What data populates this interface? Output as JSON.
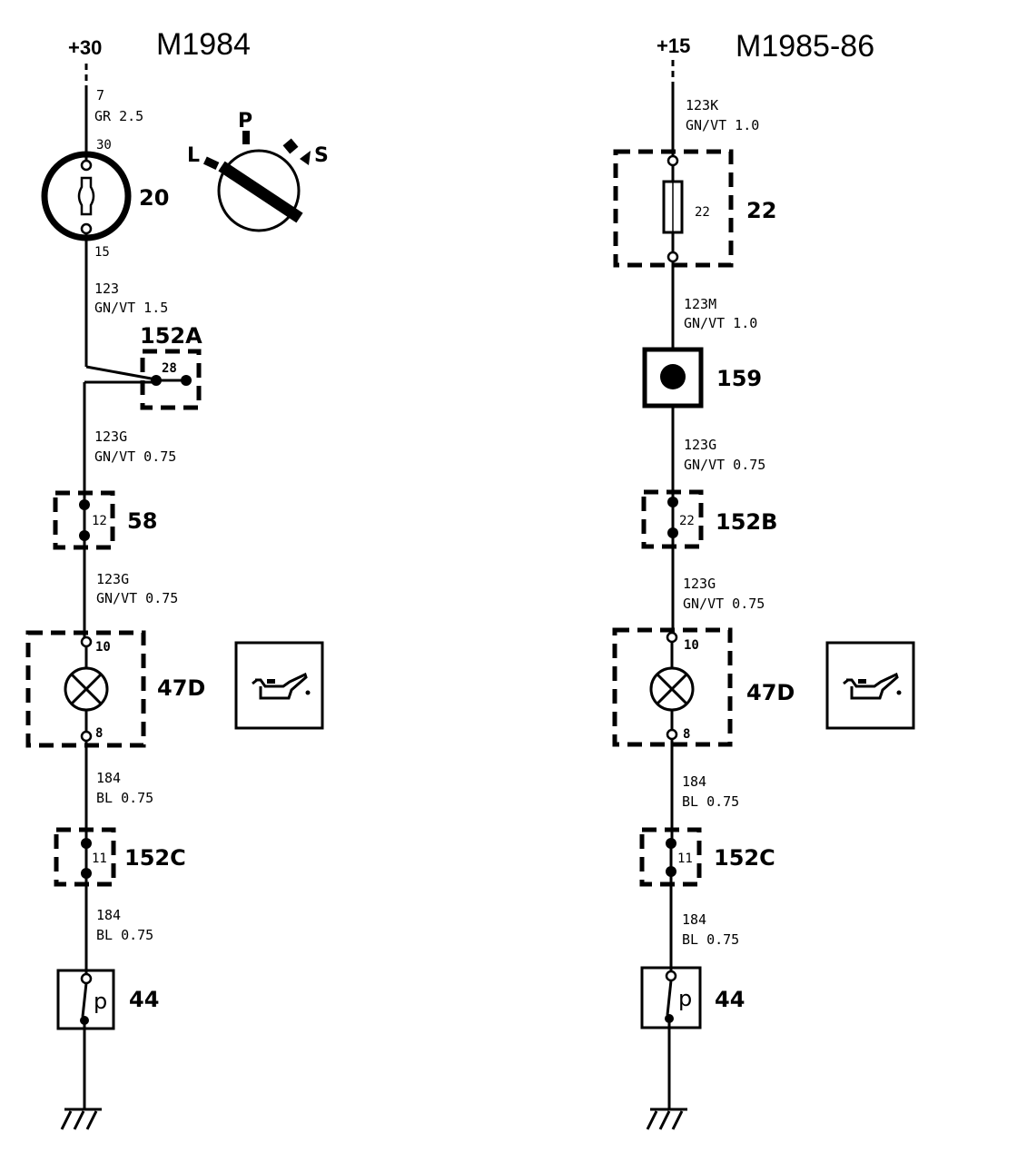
{
  "left": {
    "title": "M1984",
    "supply": "+30",
    "w1": {
      "id": "7",
      "spec": "GR 2.5"
    },
    "ign_pin_top": "30",
    "ign_pin_bottom": "15",
    "ign_ref": "20",
    "switch_positions": {
      "l": "L",
      "p": "P",
      "s": "S"
    },
    "w2": {
      "id": "123",
      "spec": "GN/VT 1.5"
    },
    "conn_a_ref": "152A",
    "conn_a_pin": "28",
    "w3": {
      "id": "123G",
      "spec": "GN/VT 0.75"
    },
    "conn_58_ref": "58",
    "conn_58_pin": "12",
    "w4": {
      "id": "123G",
      "spec": "GN/VT 0.75"
    },
    "lamp_ref": "47D",
    "lamp_pin_top": "10",
    "lamp_pin_bottom": "8",
    "w5": {
      "id": "184",
      "spec": "BL 0.75"
    },
    "conn_c_ref": "152C",
    "conn_c_pin": "11",
    "w6": {
      "id": "184",
      "spec": "BL 0.75"
    },
    "sensor_ref": "44",
    "sensor_symbol": "p"
  },
  "right": {
    "title": "M1985-86",
    "supply": "+15",
    "w1": {
      "id": "123K",
      "spec": "GN/VT 1.0"
    },
    "fuse_ref": "22",
    "fuse_label": "22",
    "w2": {
      "id": "123M",
      "spec": "GN/VT 1.0"
    },
    "splice_ref": "159",
    "w3": {
      "id": "123G",
      "spec": "GN/VT 0.75"
    },
    "conn_b_ref": "152B",
    "conn_b_pin": "22",
    "w4": {
      "id": "123G",
      "spec": "GN/VT 0.75"
    },
    "lamp_ref": "47D",
    "lamp_pin_top": "10",
    "lamp_pin_bottom": "8",
    "w5": {
      "id": "184",
      "spec": "BL 0.75"
    },
    "conn_c_ref": "152C",
    "conn_c_pin": "11",
    "w6": {
      "id": "184",
      "spec": "BL 0.75"
    },
    "sensor_ref": "44",
    "sensor_symbol": "p"
  },
  "icons": {
    "oil_can": "oil-can-icon",
    "ground": "ground-icon",
    "ignition_switch": "ignition-switch-icon"
  }
}
